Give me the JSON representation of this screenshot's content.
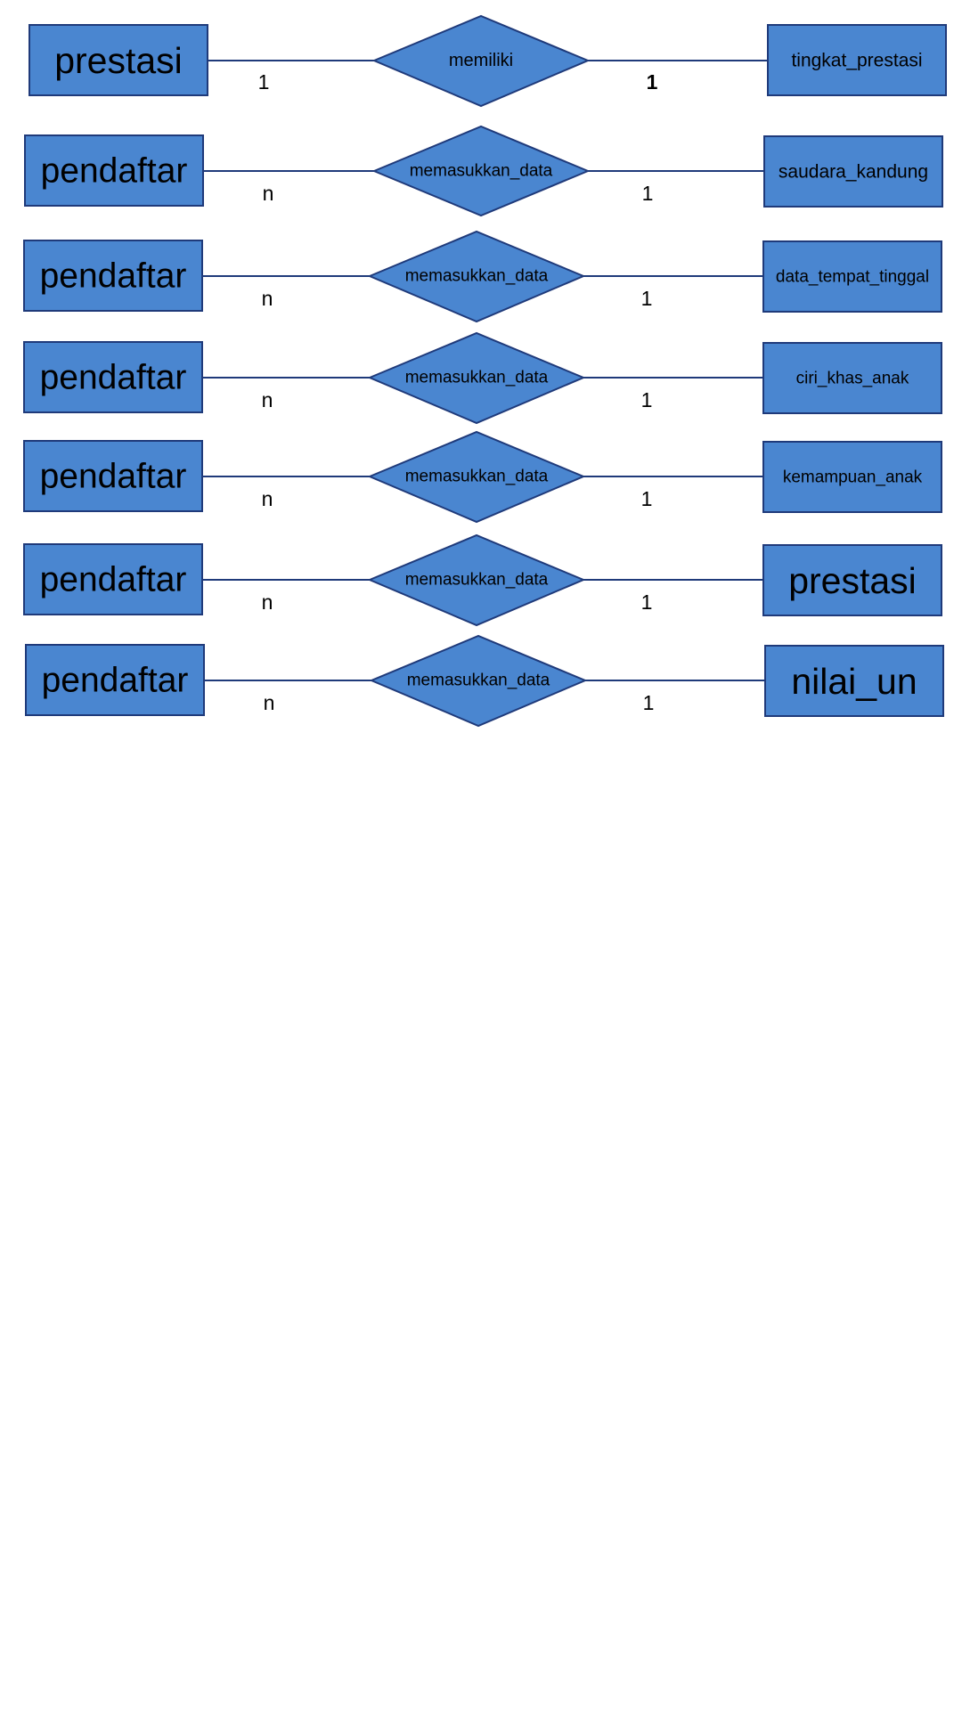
{
  "diagram": {
    "colors": {
      "shape_fill": "#4a86d0",
      "shape_stroke": "#1f3a7a",
      "line": "#1f3a7a",
      "text": "#000000"
    },
    "relations": [
      {
        "left": "prestasi",
        "relation": "memiliki",
        "right": "tingkat_prestasi",
        "left_card": "1",
        "right_card": "1"
      },
      {
        "left": "pendaftar",
        "relation": "memasukkan_data",
        "right": "saudara_kandung",
        "left_card": "n",
        "right_card": "1"
      },
      {
        "left": "pendaftar",
        "relation": "memasukkan_data",
        "right": "data_tempat_tinggal",
        "left_card": "n",
        "right_card": "1"
      },
      {
        "left": "pendaftar",
        "relation": "memasukkan_data",
        "right": "ciri_khas_anak",
        "left_card": "n",
        "right_card": "1"
      },
      {
        "left": "pendaftar",
        "relation": "memasukkan_data",
        "right": "kemampuan_anak",
        "left_card": "n",
        "right_card": "1"
      },
      {
        "left": "pendaftar",
        "relation": "memasukkan_data",
        "right": "prestasi",
        "left_card": "n",
        "right_card": "1"
      },
      {
        "left": "pendaftar",
        "relation": "memasukkan_data",
        "right": "nilai_un",
        "left_card": "n",
        "right_card": "1"
      }
    ]
  }
}
